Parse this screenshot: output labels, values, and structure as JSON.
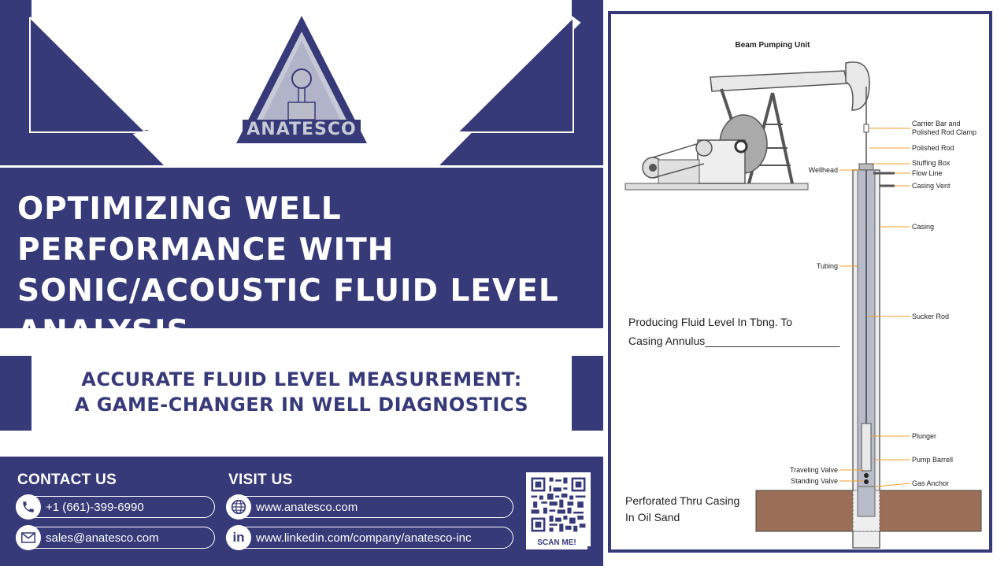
{
  "brand": {
    "logo_text": "ANATESCO",
    "primary_color": "#363a78",
    "accent_color": "#f39c2f"
  },
  "hero": {
    "title": "OPTIMIZING WELL PERFORMANCE WITH SONIC/ACOUSTIC FLUID LEVEL ANALYSIS",
    "subtitle_line1": "ACCURATE FLUID LEVEL MEASUREMENT:",
    "subtitle_line2": "A GAME-CHANGER IN WELL DIAGNOSTICS"
  },
  "contact": {
    "heading": "CONTACT US",
    "phone": "+1 (661)-399-6990",
    "email": "sales@anatesco.com",
    "phone_icon": "phone-icon",
    "email_icon": "mail-icon"
  },
  "visit": {
    "heading": "VISIT US",
    "website": "www.anatesco.com",
    "linkedin": "www.linkedin.com/company/anatesco-inc",
    "website_icon": "globe-icon",
    "linkedin_icon": "linkedin-icon"
  },
  "qr": {
    "label": "SCAN ME!"
  },
  "diagram": {
    "title": "Beam Pumping Unit",
    "labels": {
      "carrier_bar": "Carrier Bar and",
      "carrier_bar_2": "Polished Rod Clamp",
      "polished_rod": "Polished Rod",
      "stuffing_box": "Stuffing Box",
      "flow_line": "Flow Line",
      "casing_vent": "Casing Vent",
      "wellhead": "Wellhead",
      "casing": "Casing",
      "tubing": "Tubing",
      "sucker_rod": "Sucker Rod",
      "plunger": "Plunger",
      "pump_barrell": "Pump Barrell",
      "traveling_valve": "Traveling Valve",
      "standing_valve": "Standing Valve",
      "gas_anchor": "Gas Anchor",
      "fluid_level_1": "Producing Fluid Level In Tbng. To",
      "fluid_level_2": "Casing Annulus______________________",
      "perforated_1": "Perforated Thru Casing",
      "perforated_2": "In Oil Sand"
    }
  }
}
